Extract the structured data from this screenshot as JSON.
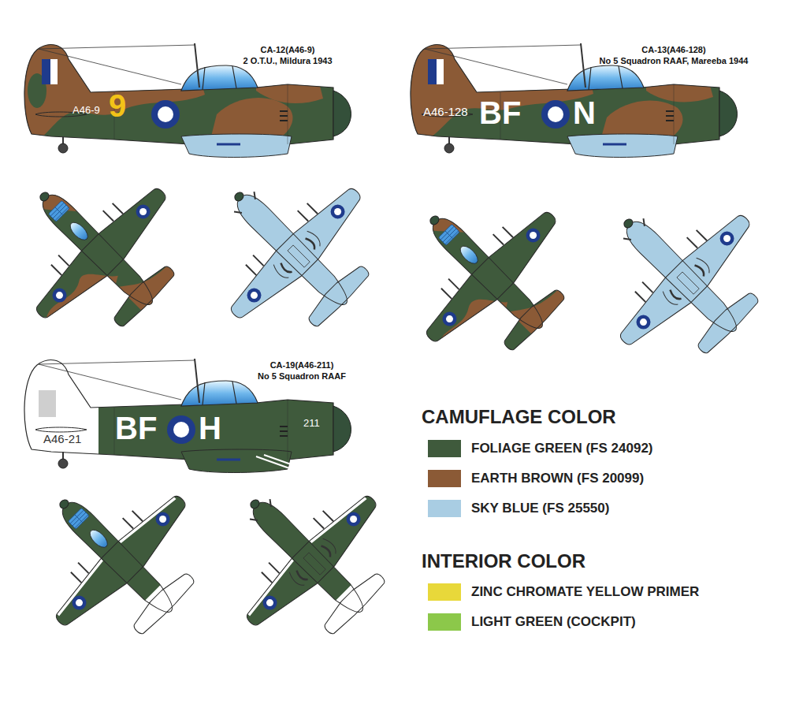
{
  "diagram": {
    "labels": [
      "CA-12(A46-9)",
      "2 O.T.U., Mildura 1943",
      "9",
      "A46-9",
      "CA-13(A46-128)",
      "No 5 Squadron RAAF, Mareeba 1944",
      "A46-128",
      "BF",
      "N",
      "CA-19(A46-211)",
      "No 5 Squadron RAAF",
      "A46-21",
      "BF",
      "H",
      "211",
      "CAMUFLAGE COLOR",
      "INTERIOR COLOR"
    ],
    "legend": [
      {
        "text": "FOLIAGE GREEN (FS 24092)",
        "color": "#3f5a3c"
      },
      {
        "text": "EARTH BROWN (FS 20099)",
        "color": "#8b5a36"
      },
      {
        "text": "SKY BLUE (FS 25550)",
        "color": "#a9cde3"
      },
      {
        "text": "ZINC CHROMATE YELLOW PRIMER",
        "color": "#e8d83a"
      },
      {
        "text": "LIGHT GREEN (COCKPIT)",
        "color": "#8cc84a"
      }
    ]
  }
}
